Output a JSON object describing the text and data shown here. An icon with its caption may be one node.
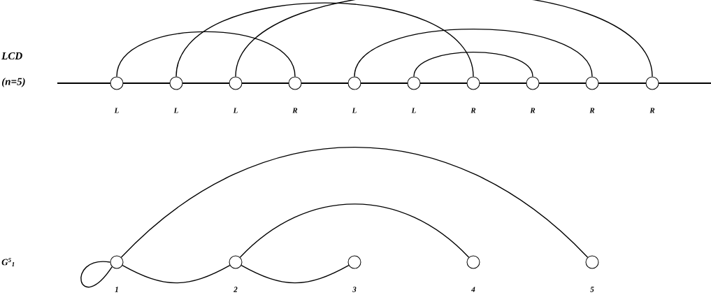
{
  "diagram": {
    "nodes": [
      {
        "text": [],
        "shape": "circle",
        "beside": [
          "L"
        ]
      },
      {
        "text": [],
        "shape": "circle",
        "beside": [
          "L"
        ]
      },
      {
        "text": [],
        "shape": "circle",
        "beside": [
          "L"
        ]
      },
      {
        "text": [],
        "shape": "circle",
        "beside": [
          "R"
        ]
      },
      {
        "text": [],
        "shape": "circle",
        "beside": [
          "L"
        ]
      },
      {
        "text": [],
        "shape": "circle",
        "beside": [
          "L"
        ]
      },
      {
        "text": [],
        "shape": "circle",
        "beside": [
          "R"
        ]
      },
      {
        "text": [],
        "shape": "circle",
        "beside": [
          "R"
        ]
      },
      {
        "text": [],
        "shape": "circle",
        "beside": [
          "R"
        ]
      },
      {
        "text": [],
        "shape": "circle",
        "beside": [
          "R"
        ]
      },
      {
        "text": [],
        "shape": "circle",
        "beside": [
          "1"
        ]
      },
      {
        "text": [],
        "shape": "circle",
        "beside": [
          "2"
        ]
      },
      {
        "text": [],
        "shape": "circle",
        "beside": [
          "3"
        ]
      },
      {
        "text": [],
        "shape": "circle",
        "beside": [
          "4"
        ]
      },
      {
        "text": [],
        "shape": "circle",
        "beside": [
          "5"
        ]
      }
    ],
    "edges": [
      {
        "from": 0,
        "to": 3,
        "arrow": "none"
      },
      {
        "from": 1,
        "to": 6,
        "arrow": "none"
      },
      {
        "from": 2,
        "to": 9,
        "arrow": "none"
      },
      {
        "from": 4,
        "to": 8,
        "arrow": "none"
      },
      {
        "from": 5,
        "to": 7,
        "arrow": "none"
      },
      {
        "from": 10,
        "to": 10,
        "arrow": "none"
      },
      {
        "from": 10,
        "to": 14,
        "arrow": "none"
      },
      {
        "from": 10,
        "to": 11,
        "arrow": "none"
      },
      {
        "from": 11,
        "to": 13,
        "arrow": "none"
      },
      {
        "from": 11,
        "to": 12,
        "arrow": "none"
      }
    ],
    "labels": [
      "LCD",
      "(n=5)",
      "G$^{5}$$_{1}$"
    ]
  }
}
